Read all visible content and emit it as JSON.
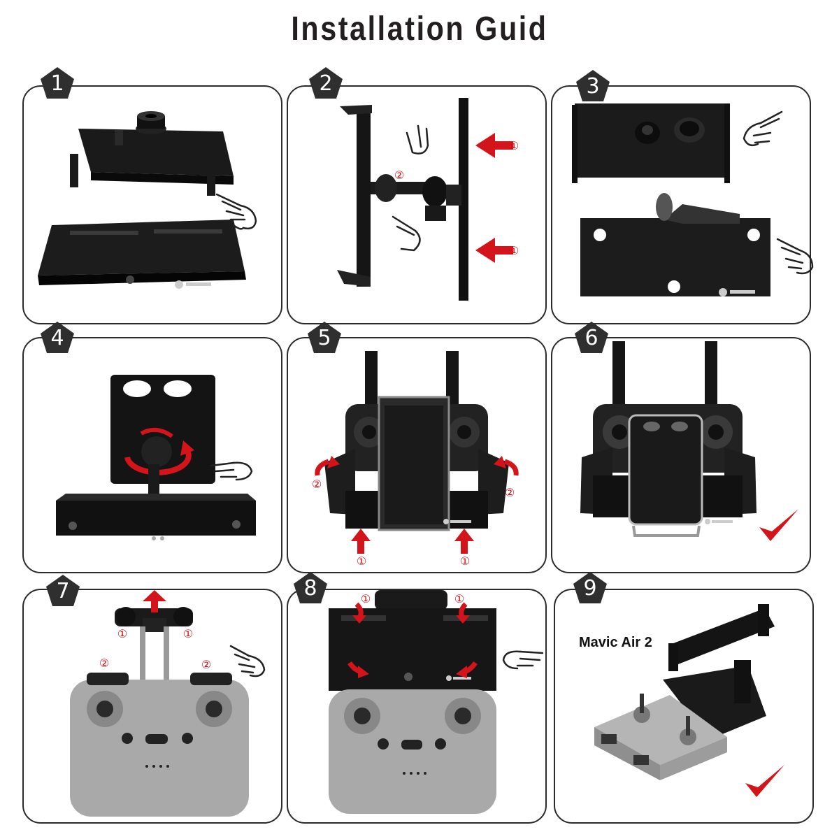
{
  "title": "Installation Guid",
  "colors": {
    "accent_red": "#d4141b",
    "badge_fill": "#2f2f2f",
    "panel_border": "#2b2b2b",
    "product_black": "#151515",
    "controller_gray": "#a9a9a9"
  },
  "steps": [
    {
      "number": "1",
      "callouts": []
    },
    {
      "number": "2",
      "callouts": [
        "①",
        "②",
        "①"
      ]
    },
    {
      "number": "3",
      "callouts": []
    },
    {
      "number": "4",
      "callouts": []
    },
    {
      "number": "5",
      "callouts": [
        "②",
        "②",
        "①",
        "①"
      ]
    },
    {
      "number": "6",
      "callouts": []
    },
    {
      "number": "7",
      "callouts": [
        "①",
        "①",
        "②",
        "②"
      ]
    },
    {
      "number": "8",
      "callouts": [
        "①",
        "①"
      ]
    },
    {
      "number": "9",
      "callouts": [],
      "model_label": "Mavic Air 2"
    }
  ],
  "icons": [
    "pointing-hand-icon",
    "arrow-icon",
    "rotate-arrow-icon",
    "check-mark-icon",
    "brand-logo-icon"
  ]
}
